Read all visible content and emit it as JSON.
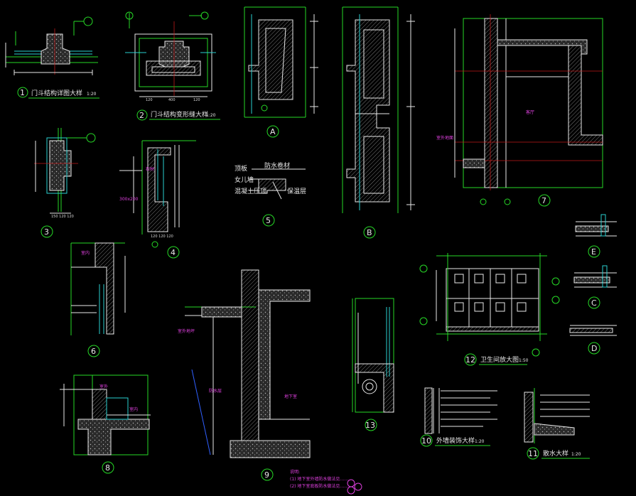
{
  "details": {
    "d1": {
      "number": "1",
      "title": "门斗结构详图大样",
      "scale": "1:20"
    },
    "d2": {
      "number": "2",
      "title": "门斗结构变形缝大样",
      "scale": "1:20"
    },
    "d3": {
      "number": "3"
    },
    "d4": {
      "number": "4"
    },
    "dA": {
      "number": "A"
    },
    "d5": {
      "number": "5",
      "labels": [
        "顶板",
        "女儿墙",
        "混凝土压顶",
        "防水卷材",
        "保温层"
      ]
    },
    "dB": {
      "number": "B"
    },
    "d6": {
      "number": "6"
    },
    "d7": {
      "number": "7"
    },
    "d8": {
      "number": "8"
    },
    "d9": {
      "number": "9",
      "notes": [
        "说明:",
        "(1) 地下室外墙防水做法见……",
        "(2) 地下室底板防水做法见……"
      ]
    },
    "d10": {
      "number": "10",
      "title": "外墙装饰大样",
      "scale": "1:20"
    },
    "d11": {
      "number": "11",
      "title": "散水大样",
      "scale": "1:20"
    },
    "d12": {
      "number": "12",
      "title": "卫生间放大图",
      "scale": "1:50"
    },
    "d13": {
      "number": "13"
    },
    "dC": {
      "number": "C"
    },
    "dD": {
      "number": "D"
    },
    "dE": {
      "number": "E"
    }
  },
  "colors": {
    "line": "#26d926",
    "ink": "#e8e8e8",
    "accent": "#e040e0",
    "axis": "#c01818"
  }
}
